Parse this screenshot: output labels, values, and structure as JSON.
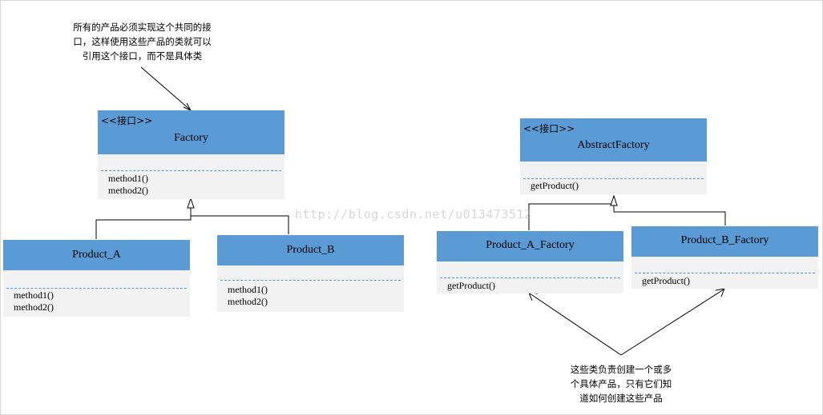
{
  "notes": {
    "top": [
      "所有的产品必须实现这个共同的接",
      "口，这样使用这些产品的类就可以",
      "引用这个接口，而不是具体类"
    ],
    "bottom": [
      "这些类负责创建一个或多",
      "个具体产品，只有它们知",
      "道如何创建这些产品"
    ]
  },
  "watermark": "http://blog.csdn.net/u013473512",
  "classes": {
    "factory": {
      "stereotype": "<<接口>>",
      "name": "Factory",
      "ops": [
        "method1()",
        "method2()"
      ]
    },
    "product_a": {
      "name": "Product_A",
      "ops": [
        "method1()",
        "method2()"
      ]
    },
    "product_b": {
      "name": "Product_B",
      "ops": [
        "method1()",
        "method2()"
      ]
    },
    "abstract_factory": {
      "stereotype": "<<接口>>",
      "name": "AbstractFactory",
      "ops": [
        "getProduct()"
      ]
    },
    "product_a_factory": {
      "name": "Product_A_Factory",
      "ops": [
        "getProduct()"
      ]
    },
    "product_b_factory": {
      "name": "Product_B_Factory",
      "ops": [
        "getProduct()"
      ]
    }
  },
  "colors": {
    "header": "#5b9bd5",
    "body": "#f2f2f2",
    "line": "#000000"
  }
}
